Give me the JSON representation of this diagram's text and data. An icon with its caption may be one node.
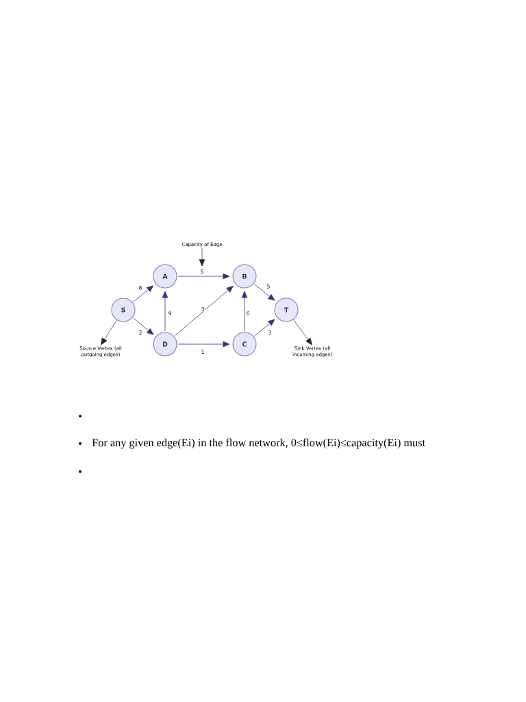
{
  "diagram": {
    "nodes": [
      {
        "text": [
          "A"
        ]
      },
      {
        "text": [
          "B"
        ]
      },
      {
        "text": [
          "S"
        ]
      },
      {
        "text": [
          "T"
        ]
      },
      {
        "text": [
          "D"
        ]
      },
      {
        "text": [
          "C"
        ]
      },
      {
        "text": [
          "Capacity of Edge"
        ]
      },
      {
        "text": [
          "Source Vertex (all outgoing edges)"
        ]
      },
      {
        "text": [
          "Sink Vertex (all incoming edges)"
        ]
      }
    ],
    "edges": [
      {
        "from": 2,
        "to": 0,
        "arrow": "to",
        "label": "8"
      },
      {
        "from": 2,
        "to": 4,
        "arrow": "to",
        "label": "2"
      },
      {
        "from": 0,
        "to": 1,
        "arrow": "to",
        "label": "5"
      },
      {
        "from": 4,
        "to": 0,
        "arrow": "to",
        "label": "9"
      },
      {
        "from": 4,
        "to": 1,
        "arrow": "to",
        "label": "3"
      },
      {
        "from": 4,
        "to": 5,
        "arrow": "to",
        "label": "1"
      },
      {
        "from": 5,
        "to": 1,
        "arrow": "to",
        "label": "6"
      },
      {
        "from": 1,
        "to": 3,
        "arrow": "to",
        "label": "5"
      },
      {
        "from": 5,
        "to": 3,
        "arrow": "to",
        "label": "3"
      },
      {
        "from": 6,
        "to": null,
        "arrow": "to",
        "color": "#222222"
      },
      {
        "from": 2,
        "to": 7,
        "arrow": "to",
        "color": "#222222"
      },
      {
        "from": 3,
        "to": 8,
        "arrow": "to",
        "color": "#222222"
      }
    ],
    "labels": [
      "For any given edge(Ei) in the flow network, 0≤flow(Ei)≤capacity(Ei) must"
    ]
  }
}
